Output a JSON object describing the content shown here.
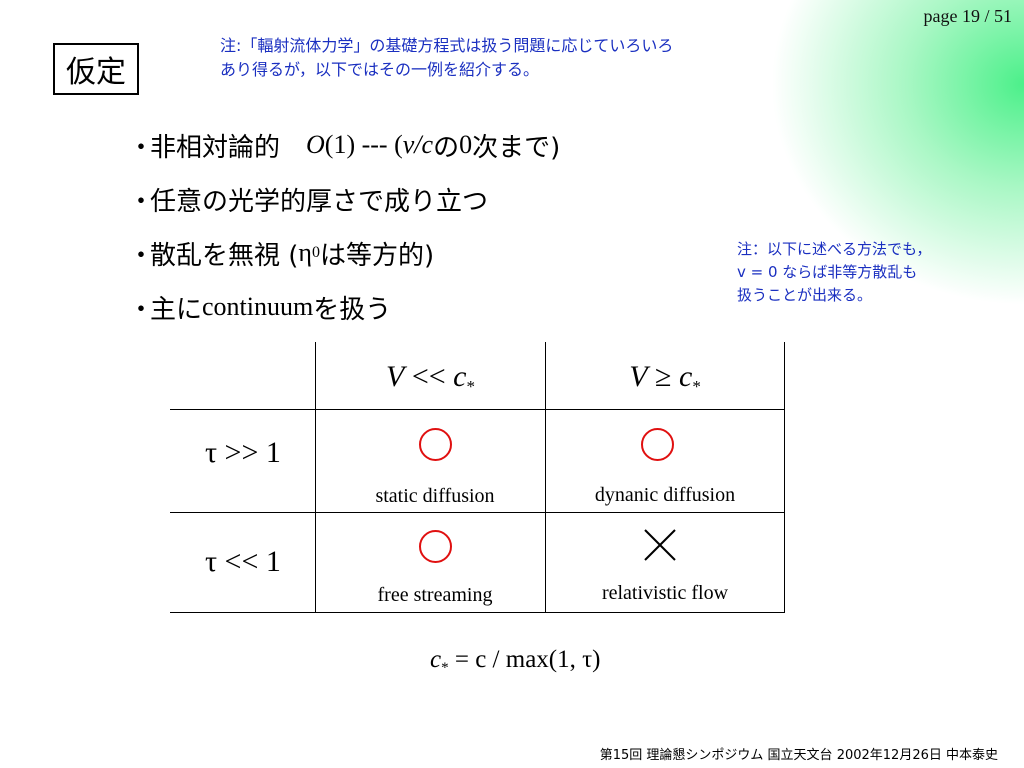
{
  "page": {
    "number": "page 19 / 51"
  },
  "slide": {
    "title": "仮定",
    "note_top_line1": "注:「輻射流体力学」の基礎方程式は扱う問題に応じていろいろ",
    "note_top_line2": "あり得るが，以下ではその一例を紹介する。",
    "bullet_marker": "・",
    "bullet1": {
      "pre": "非相対論的　",
      "O": "O",
      "mid": "(1) --- (",
      "vc": "v/c",
      "post1": " の ",
      "zero": "0",
      "post2": "次まで)"
    },
    "bullet2": "任意の光学的厚さで成り立つ",
    "bullet3": {
      "pre": "散乱を無視 (",
      "eta": "η",
      "sub": "0",
      "post": " は等方的)"
    },
    "bullet4": {
      "pre": "主に",
      "word": "continuum",
      "post": "を扱う"
    },
    "note_right_line1": "注：以下に述べる方法でも，",
    "note_right_line2": "v = 0 ならば非等方散乱も",
    "note_right_line3": "扱うことが出来る。"
  },
  "table": {
    "col1": {
      "V": "V",
      "op": " << ",
      "c": "c",
      "sub": "*"
    },
    "col2": {
      "V": "V",
      "op": " ≥ ",
      "c": "c",
      "sub": "*"
    },
    "row1_label": "τ >> 1",
    "row2_label": "τ << 1",
    "cells": {
      "r1c1": {
        "mark": "circle",
        "text": "static diffusion"
      },
      "r1c2": {
        "mark": "circle",
        "text": "dynanic diffusion"
      },
      "r2c1": {
        "mark": "circle",
        "text": "free streaming"
      },
      "r2c2": {
        "mark": "cross",
        "text": "relativistic flow"
      }
    }
  },
  "formula": {
    "c": "c",
    "sub": "*",
    "rest": " = c / max(1, τ)"
  },
  "footer": {
    "text": "第15回 理論懇シンポジウム 国立天文台 2002年12月26日 中本泰史"
  },
  "colors": {
    "note": "#1a2fc0",
    "circle": "#e01010",
    "glow": "#4cf08a"
  }
}
